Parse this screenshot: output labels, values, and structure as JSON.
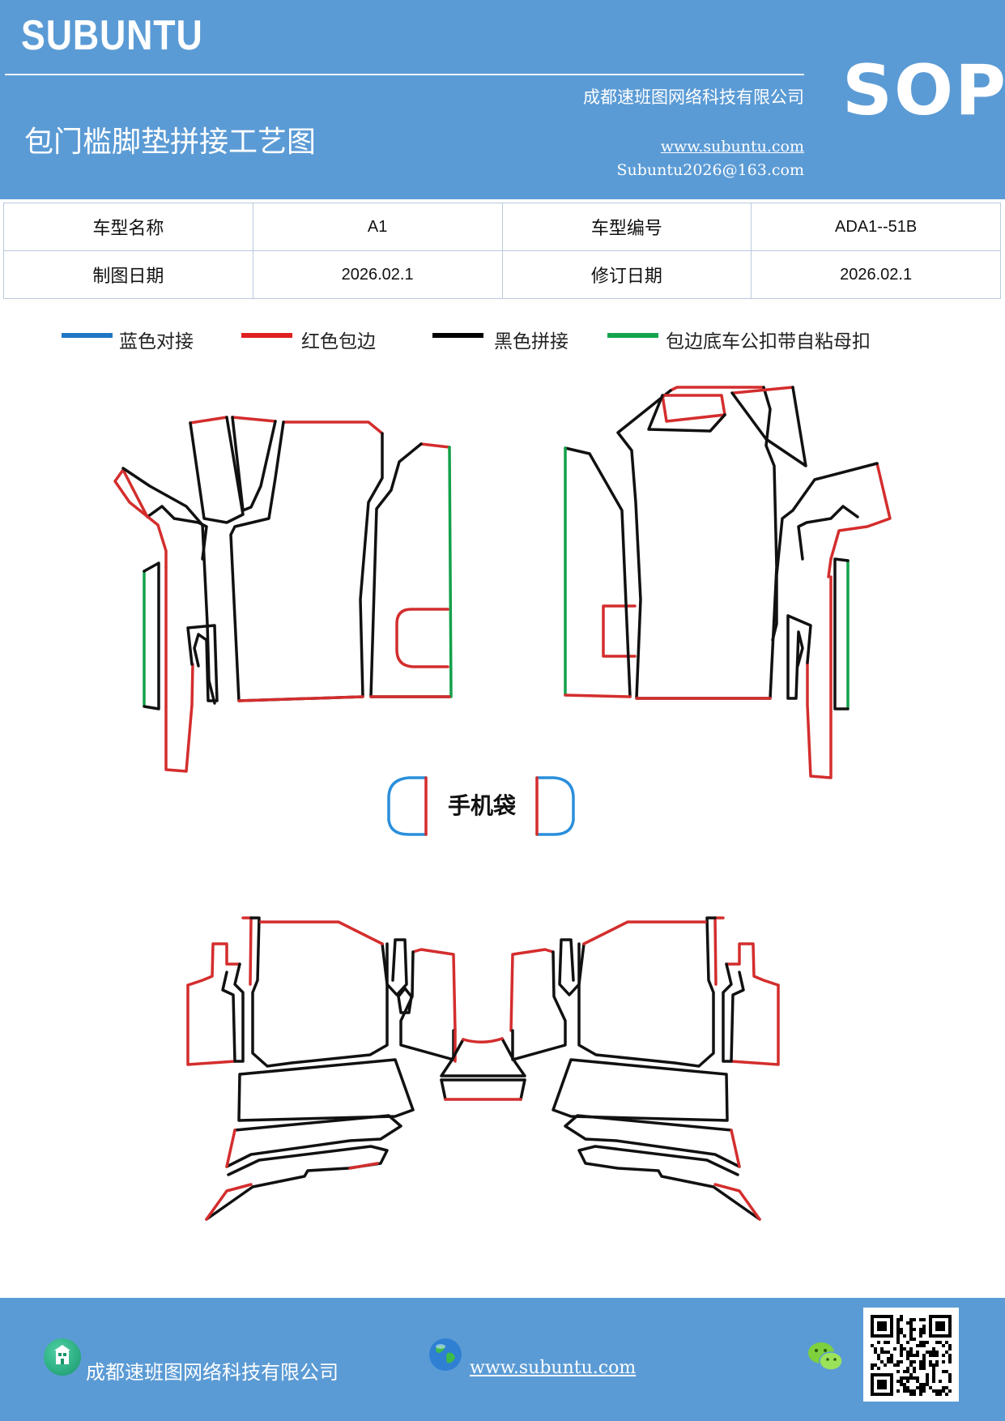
{
  "header": {
    "brand": "SUBUNTU",
    "company": "成都速班图网络科技有限公司",
    "title": "包门槛脚垫拼接工艺图",
    "website": "www.subuntu.com",
    "email": "Subuntu2026@163.com",
    "sop": "SOP"
  },
  "info_table": {
    "rows": [
      {
        "label1": "车型名称",
        "value1": "A1",
        "label2": "车型编号",
        "value2": "ADA1--51B"
      },
      {
        "label1": "制图日期",
        "value1": "2026.02.1",
        "label2": "修订日期",
        "value2": "2026.02.1"
      }
    ]
  },
  "legend": [
    {
      "label": "蓝色对接",
      "color": "#1f77c4"
    },
    {
      "label": "红色包边",
      "color": "#e02020"
    },
    {
      "label": "黑色拼接",
      "color": "#000000"
    },
    {
      "label": "包边底车公扣带自粘母扣",
      "color": "#14a44d"
    }
  ],
  "drawing": {
    "phone_bag_label": "手机袋",
    "colors": {
      "black": "#111111",
      "red": "#d42d2d",
      "green": "#13a14b",
      "blue": "#2a8fdc"
    }
  },
  "footer": {
    "company": "成都速班图网络科技有限公司",
    "website": "www.subuntu.com"
  }
}
